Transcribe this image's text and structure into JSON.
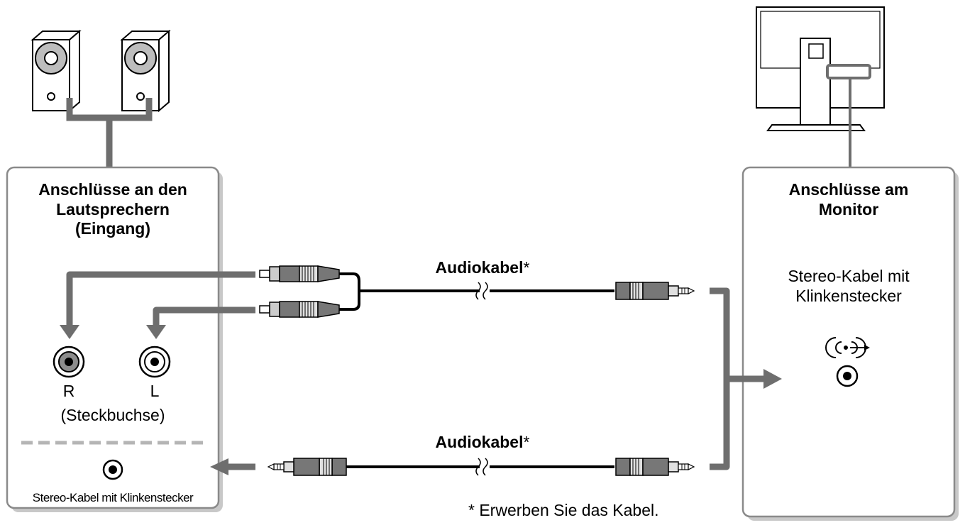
{
  "speaker_panel": {
    "title_line1": "Anschlüsse an den",
    "title_line2": "Lautsprechern",
    "title_line3": "(Eingang)",
    "jack_r": "R",
    "jack_l": "L",
    "jack_caption": "(Steckbuchse)",
    "mini_jack_caption": "Stereo-Kabel mit Klinkenstecker"
  },
  "monitor_panel": {
    "title_line1": "Anschlüsse am",
    "title_line2": "Monitor",
    "port_line1": "Stereo-Kabel mit",
    "port_line2": "Klinkenstecker",
    "port_icon": "audio-output-icon"
  },
  "cables": {
    "top_label": "Audiokabel",
    "bottom_label": "Audiokabel",
    "marker": "*"
  },
  "footnote": "* Erwerben Sie das Kabel.",
  "colors": {
    "line": "#6e6e6e",
    "frame": "#8a8a8a",
    "plug_dark": "#777777",
    "plug_light": "#d8d8d8",
    "separator": "#b5b5b5"
  }
}
